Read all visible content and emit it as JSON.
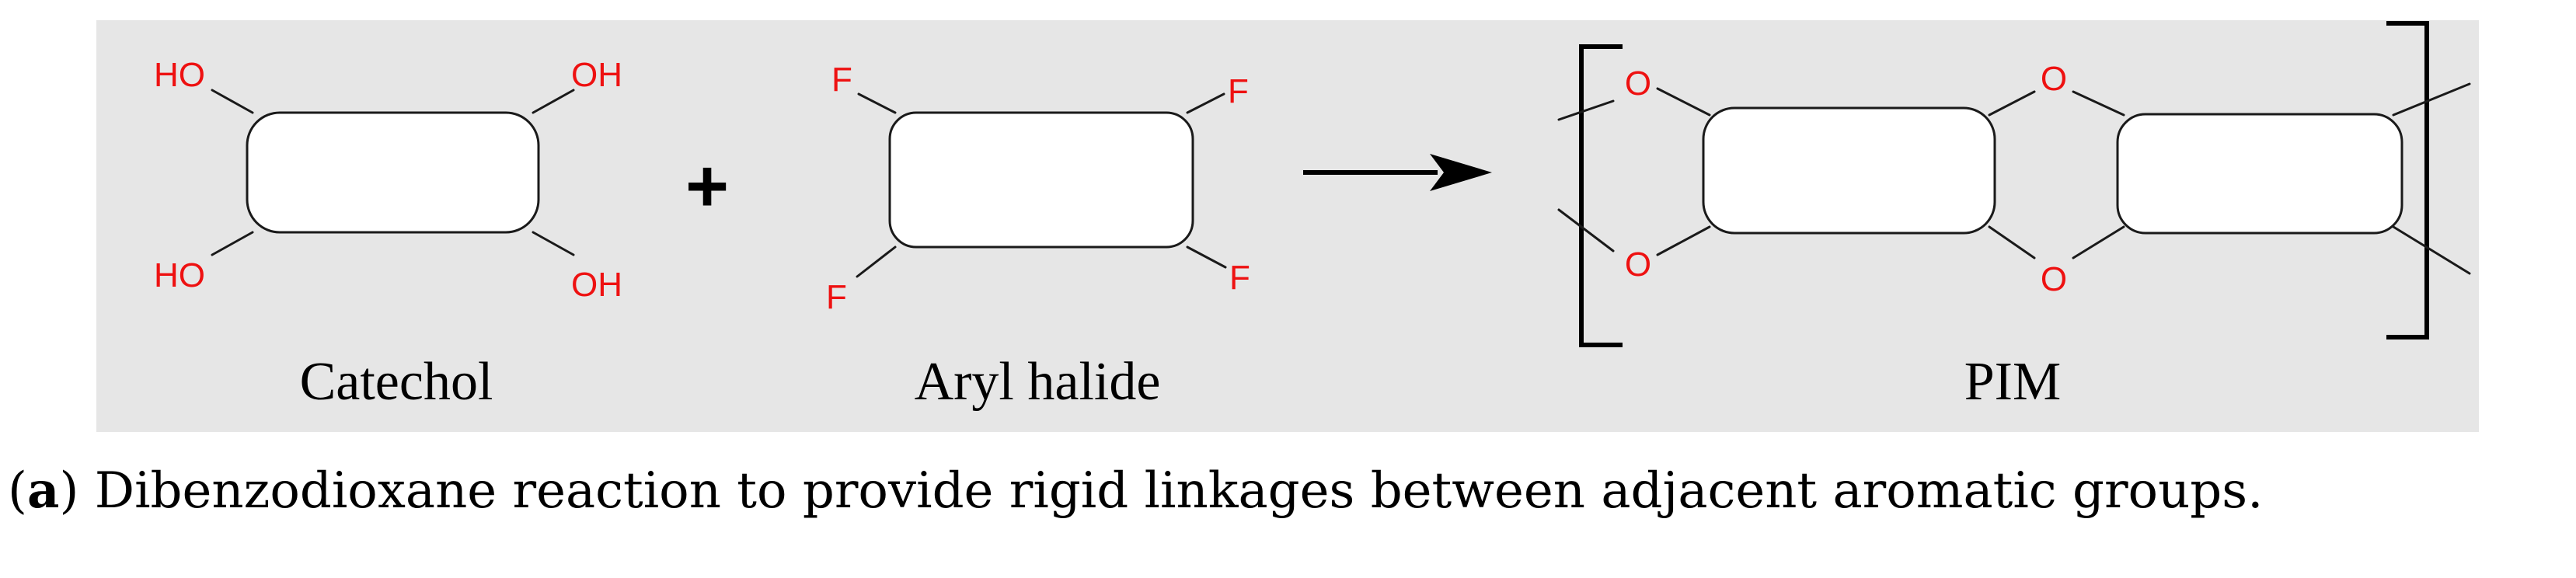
{
  "background_color": "#e6e6e6",
  "heteroatom_color": "#ee1111",
  "catechol": {
    "name": "Catechol",
    "group_top_left": "HO",
    "group_top_right": "OH",
    "group_bottom_left": "HO",
    "group_bottom_right": "OH"
  },
  "plus_sign": "+",
  "aryl_halide": {
    "name": "Aryl halide",
    "group_top_left": "F",
    "group_top_right": "F",
    "group_bottom_left": "F",
    "group_bottom_right": "F"
  },
  "pim": {
    "name": "PIM",
    "oxygens": [
      "O",
      "O",
      "O",
      "O"
    ]
  },
  "caption": {
    "label": "a",
    "text": " Dibenzodioxane reaction to provide rigid linkages between adjacent aromatic groups."
  }
}
